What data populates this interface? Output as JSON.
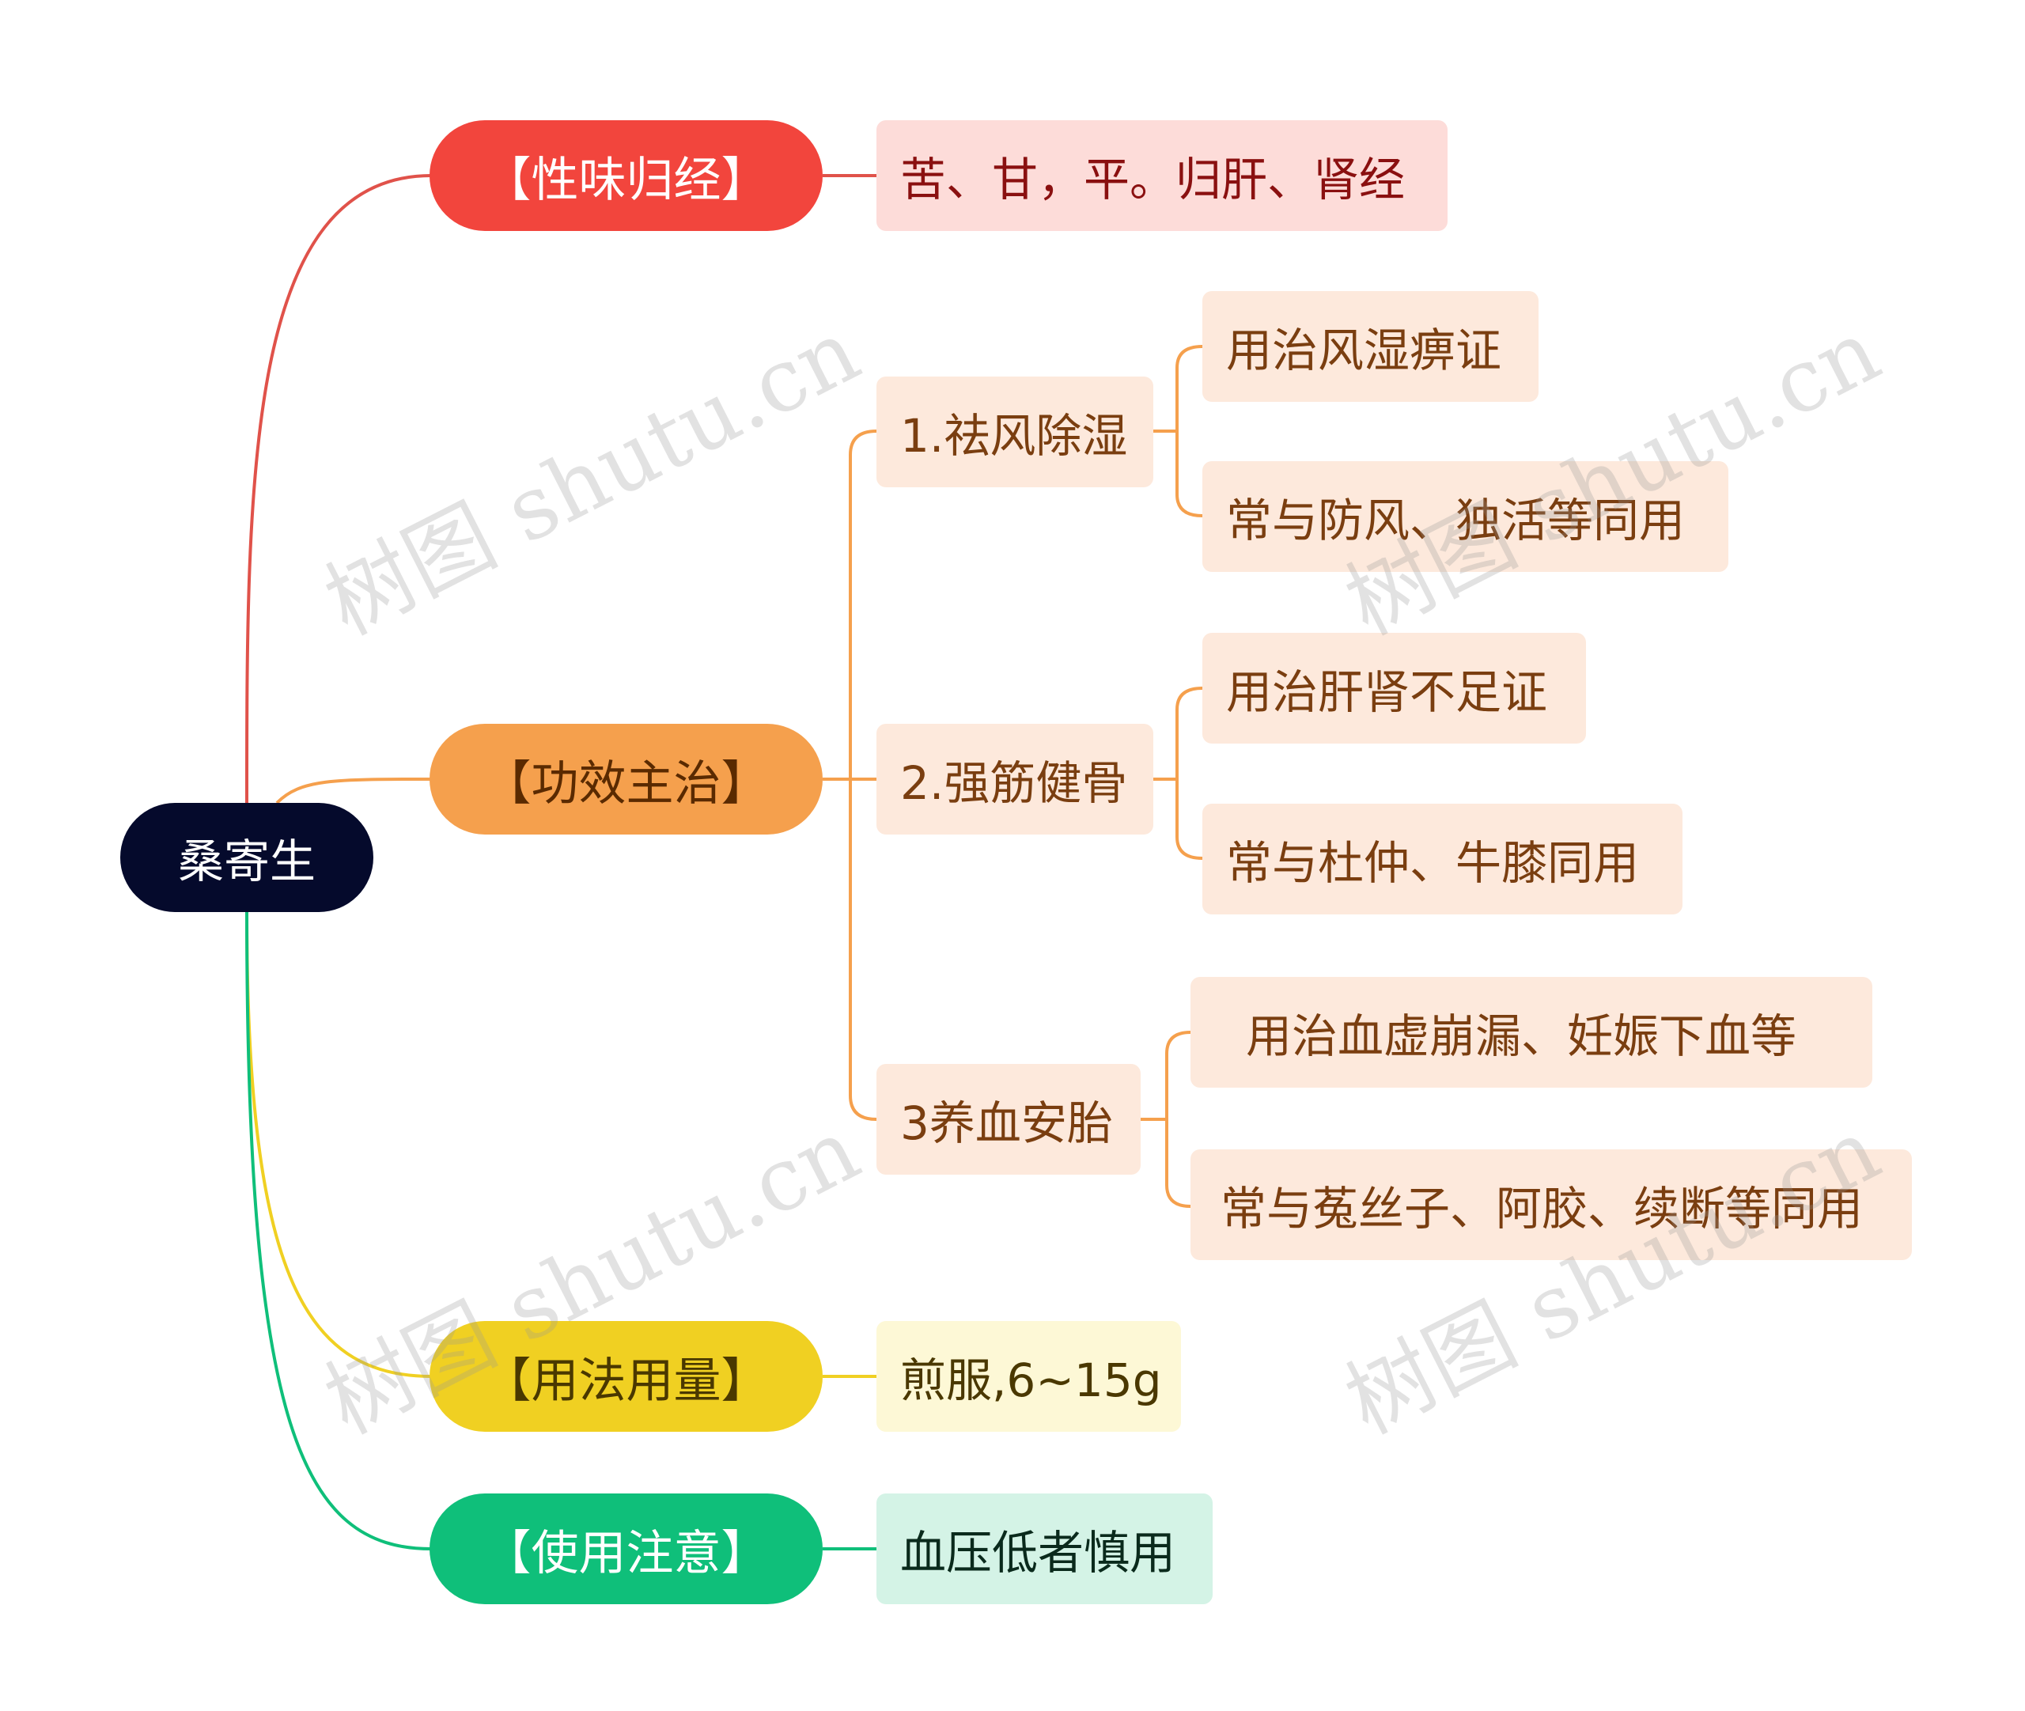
{
  "watermark": "树图 shutu.cn",
  "root": {
    "label": "桑寄生"
  },
  "colors": {
    "red": "#f2453d",
    "orange": "#f5a04d",
    "yellow": "#f0d022",
    "green": "#0fbf7a",
    "root_bg": "#050a2c"
  },
  "branches": [
    {
      "id": "xingwei",
      "label": "【性味归经】",
      "color": "#f2453d",
      "children": [
        {
          "label": "苦、甘，平。归肝、肾经"
        }
      ]
    },
    {
      "id": "gongxiao",
      "label": "【功效主治】",
      "color": "#f5a04d",
      "children": [
        {
          "label": "1.祛风除湿",
          "children": [
            {
              "label": "用治风湿痹证"
            },
            {
              "label": "常与防风、独活等同用"
            }
          ]
        },
        {
          "label": "2.强筋健骨",
          "children": [
            {
              "label": "用治肝肾不足证"
            },
            {
              "label": "常与杜仲、牛膝同用"
            }
          ]
        },
        {
          "label": "3养血安胎",
          "children": [
            {
              "label": "用治血虚崩漏、妊娠下血等"
            },
            {
              "label": "常与菟丝子、阿胶、续断等同用"
            }
          ]
        }
      ]
    },
    {
      "id": "yongfa",
      "label": "【用法用量】",
      "color": "#f0d022",
      "children": [
        {
          "label": "煎服,6~15g"
        }
      ]
    },
    {
      "id": "zhuyi",
      "label": "【使用注意】",
      "color": "#0fbf7a",
      "children": [
        {
          "label": "血压低者慎用"
        }
      ]
    }
  ]
}
